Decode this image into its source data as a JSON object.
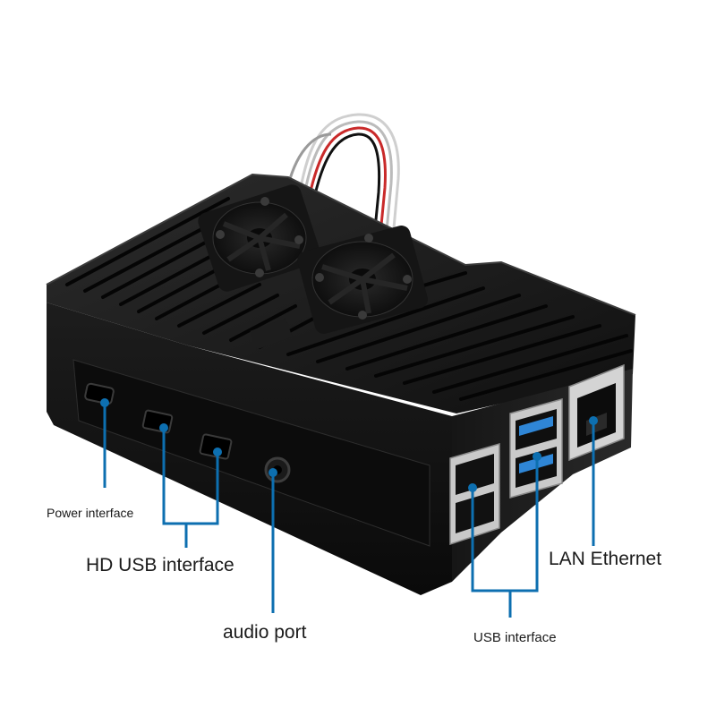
{
  "labels": {
    "power": "Power interface",
    "hd_usb": "HD USB interface",
    "audio": "audio port",
    "usb": "USB interface",
    "lan": "LAN Ethernet"
  },
  "colors": {
    "callout_line": "#0d6fb0",
    "case_dark": "#141414",
    "case_mid": "#262626",
    "fan_blade": "#1c1c1c",
    "usb3_blue": "#2f86d6",
    "background": "#ffffff"
  },
  "product": "black aluminium case with dual cooling fans",
  "ports": [
    {
      "name": "power-port"
    },
    {
      "name": "hd-usb-port-1"
    },
    {
      "name": "hd-usb-port-2"
    },
    {
      "name": "audio-jack"
    },
    {
      "name": "usb2-ports"
    },
    {
      "name": "usb3-ports"
    },
    {
      "name": "ethernet-port"
    }
  ]
}
